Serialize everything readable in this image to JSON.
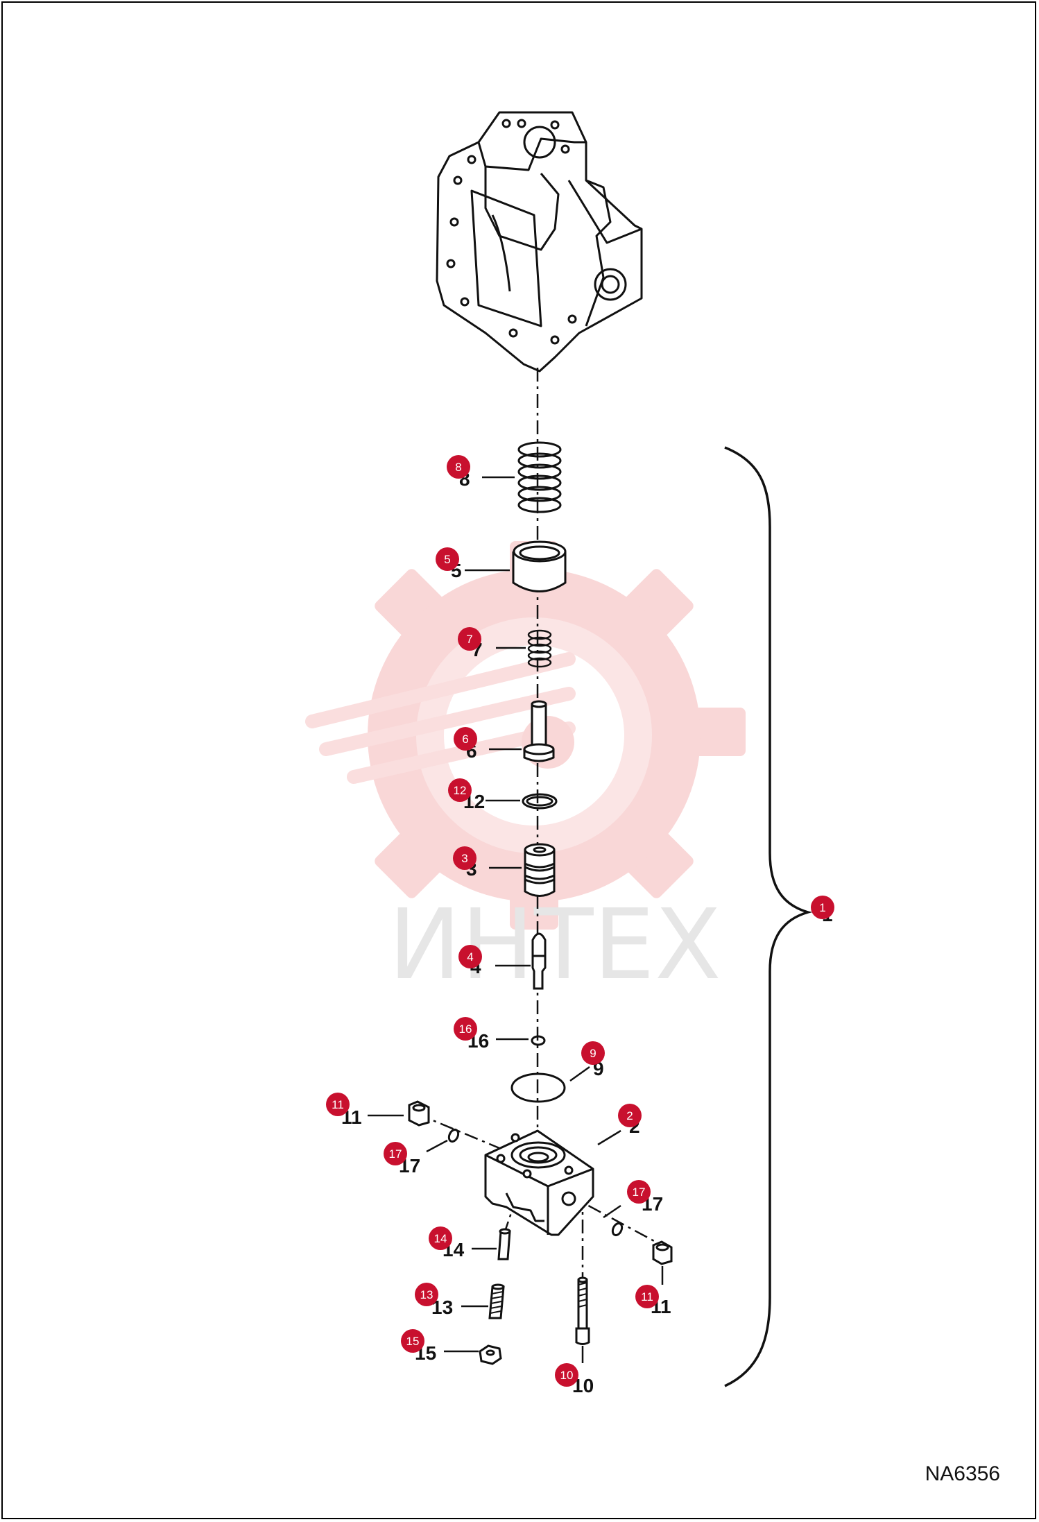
{
  "figure_code": "NA6356",
  "watermark_text": "ИНТЕХ",
  "colors": {
    "badge": "#c8102e",
    "watermark": "#f6c3c3",
    "line": "#111111"
  },
  "parts": [
    {
      "number": "1"
    },
    {
      "number": "2"
    },
    {
      "number": "3"
    },
    {
      "number": "4"
    },
    {
      "number": "5"
    },
    {
      "number": "6"
    },
    {
      "number": "7"
    },
    {
      "number": "8"
    },
    {
      "number": "9"
    },
    {
      "number": "10"
    },
    {
      "number": "11"
    },
    {
      "number": "12"
    },
    {
      "number": "13"
    },
    {
      "number": "14"
    },
    {
      "number": "15"
    },
    {
      "number": "16"
    },
    {
      "number": "17"
    }
  ]
}
